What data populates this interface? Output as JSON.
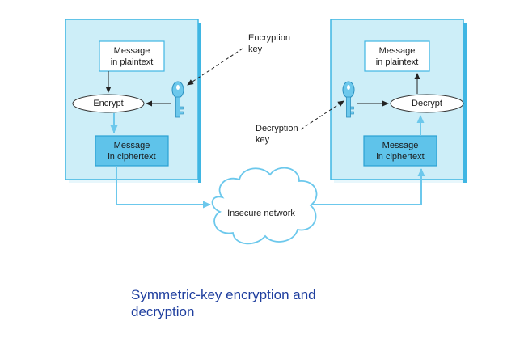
{
  "sender": {
    "plaintext": "Message\nin plaintext",
    "operation": "Encrypt",
    "ciphertext": "Message\nin ciphertext"
  },
  "receiver": {
    "plaintext": "Message\nin plaintext",
    "operation": "Decrypt",
    "ciphertext": "Message\nin ciphertext"
  },
  "labels": {
    "encryption_key": "Encryption\nkey",
    "decryption_key": "Decryption\nkey",
    "network": "Insecure network"
  },
  "caption": "Symmetric-key encryption and\ndecryption",
  "colors": {
    "panel_fill": "#cdeef8",
    "panel_edge": "#3fb6e3",
    "cipher_fill": "#5fc3ea",
    "connector": "#6cc8ec",
    "caption": "#1f3f9f"
  }
}
